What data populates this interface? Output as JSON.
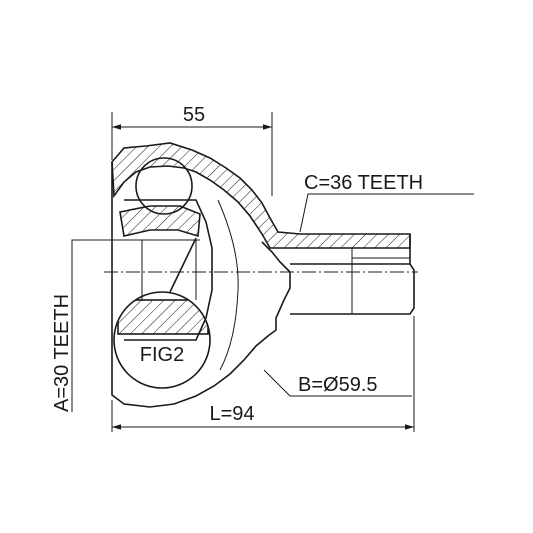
{
  "diagram": {
    "dim_top": "55",
    "dim_bottom": "L=94",
    "label_teeth_outer": "C=36 TEETH",
    "label_teeth_inner": "A=30 TEETH",
    "label_diameter": "B=Ø59.5",
    "label_fig": "FIG2"
  }
}
